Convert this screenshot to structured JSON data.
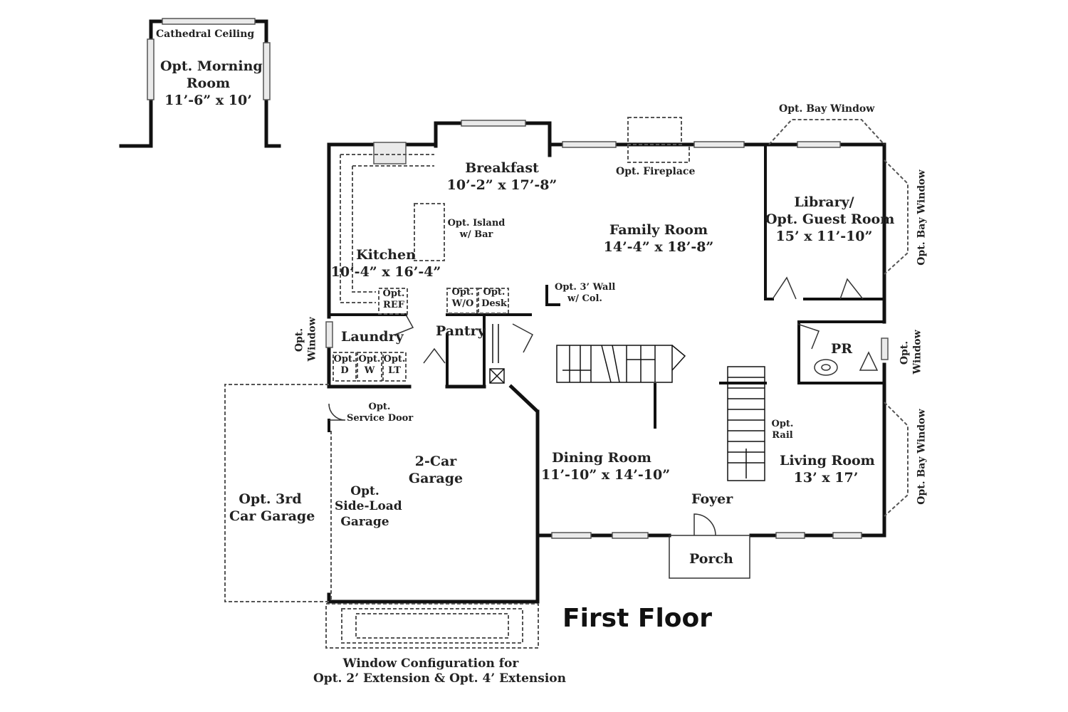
{
  "page": {
    "title": "First Floor"
  },
  "rooms": {
    "morning_room": {
      "note": "Cathedral Ceiling",
      "name1": "Opt. Morning",
      "name2": "Room",
      "dims": "11’-6” x 10’"
    },
    "breakfast": {
      "name": "Breakfast",
      "dims": "10’-2” x 17’-8”"
    },
    "kitchen": {
      "name": "Kitchen",
      "dims": "10’-4” x 16’-4”"
    },
    "family_room": {
      "name": "Family Room",
      "dims": "14’-4” x 18’-8”"
    },
    "library": {
      "name1": "Library/",
      "name2": "Opt. Guest Room",
      "dims": "15’ x 11’-10”"
    },
    "laundry": {
      "name": "Laundry"
    },
    "pantry": {
      "name": "Pantry"
    },
    "powder_room": {
      "name": "PR"
    },
    "dining_room": {
      "name": "Dining Room",
      "dims": "11’-10” x 14’-10”"
    },
    "living_room": {
      "name": "Living Room",
      "dims": "13’ x 17’"
    },
    "foyer": {
      "name": "Foyer"
    },
    "porch": {
      "name": "Porch"
    },
    "garage": {
      "name1": "2-Car",
      "name2": "Garage"
    },
    "third_garage": {
      "name1": "Opt. 3rd",
      "name2": "Car Garage"
    }
  },
  "options": {
    "fireplace": "Opt. Fireplace",
    "island_1": "Opt. Island",
    "island_2": "w/ Bar",
    "ref_1": "Opt.",
    "ref_2": "REF",
    "wo_1": "Opt.",
    "wo_2": "W/O",
    "desk_1": "Opt.",
    "desk_2": "Desk",
    "wall_1": "Opt. 3’ Wall",
    "wall_2": "w/ Col.",
    "bay_window_top": "Opt. Bay Window",
    "bay_window_library": "Opt. Bay Window",
    "bay_window_living": "Opt. Bay Window",
    "window_pr_1": "Opt.",
    "window_pr_2": "Window",
    "window_laundry_1": "Opt.",
    "window_laundry_2": "Window",
    "dryer_1": "Opt.",
    "dryer_2": "D",
    "washer_1": "Opt.",
    "washer_2": "W",
    "laundry_tub_1": "Opt.",
    "laundry_tub_2": "LT",
    "service_door_1": "Opt.",
    "service_door_2": "Service Door",
    "rail_1": "Opt.",
    "rail_2": "Rail",
    "side_load_1": "Opt.",
    "side_load_2": "Side-Load",
    "side_load_3": "Garage"
  },
  "notes": {
    "window_config_1": "Window Configuration for",
    "window_config_2": "Opt. 2’ Extension & Opt. 4’ Extension"
  }
}
